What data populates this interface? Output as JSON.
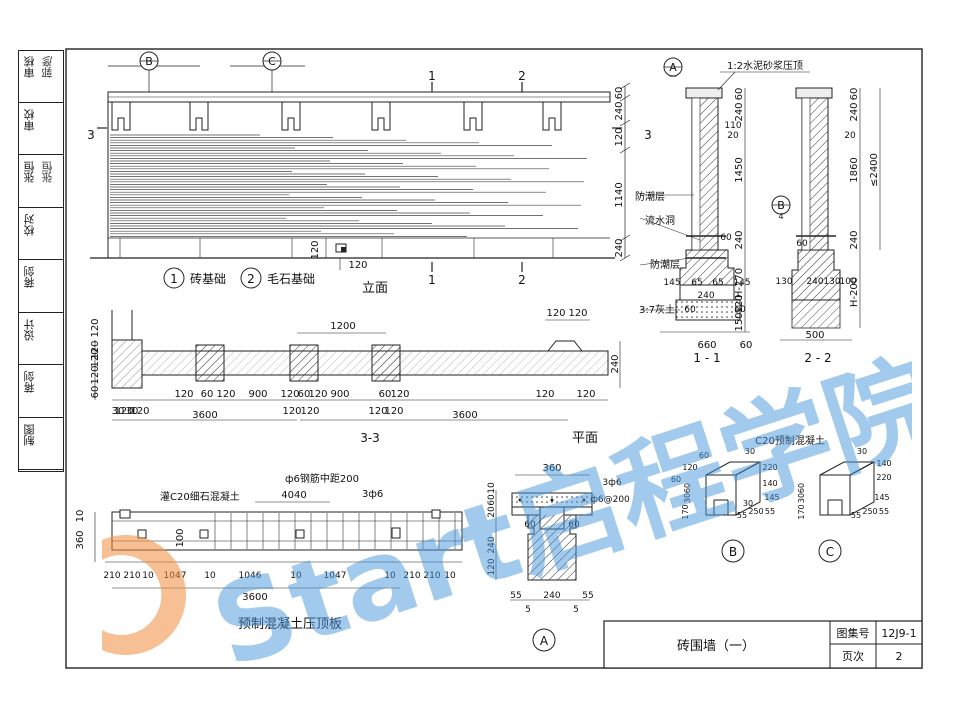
{
  "side_strip": [
    {
      "label": "审核",
      "sig": "郭彦"
    },
    {
      "label": "审校",
      "sig": ""
    },
    {
      "label": "张恒",
      "sig": "张恒"
    },
    {
      "label": "校对",
      "sig": ""
    },
    {
      "label": "蒋剑",
      "sig": ""
    },
    {
      "label": "设计",
      "sig": ""
    },
    {
      "label": "蒋剑",
      "sig": ""
    },
    {
      "label": "制图",
      "sig": ""
    }
  ],
  "elevation": {
    "title": "立面",
    "marker_b": "B",
    "marker_c": "C",
    "section_1": "1",
    "section_2": "2",
    "section_3": "3",
    "dims_right": [
      "60",
      "240",
      "120",
      "1140",
      "240"
    ],
    "dim_120": "120",
    "dim_120b": "120",
    "legend_1_num": "1",
    "legend_1_text": "砖基础",
    "legend_2_num": "2",
    "legend_2_text": "毛石基础"
  },
  "plan": {
    "title": "平面",
    "section_label": "3-3",
    "dim_1200": "1200",
    "dims_row": [
      "120",
      "60",
      "120",
      "900",
      "120",
      "60",
      "120",
      "900",
      "60",
      "120"
    ],
    "dim_3600a": "3600",
    "dim_3600b": "3600",
    "dims_left": [
      "120",
      "120",
      "60",
      "120",
      "120"
    ],
    "dims_bottom": [
      "30",
      "30",
      "120",
      "120",
      "120",
      "120",
      "120",
      "120"
    ],
    "dim_240": "240",
    "dims_top_right": [
      "120",
      "120"
    ],
    "dim_120r": "120",
    "dim_120r2": "120"
  },
  "section_11": {
    "label": "1 - 1",
    "marker": "A",
    "marker_sub": "一",
    "top_note": "1:2水泥砂浆压顶",
    "layer1": "防潮层",
    "layer2": "流水洞",
    "layer3": "防潮层",
    "layer4": "3:7灰土",
    "dims_right": [
      "60",
      "240",
      "1450",
      "240",
      "H-270",
      "150",
      "120"
    ],
    "dims_small": [
      "20",
      "110",
      "60",
      "65",
      "65",
      "145",
      "145",
      "240",
      "60",
      "60"
    ],
    "dim_660": "660",
    "dim_60": "60"
  },
  "section_22": {
    "label": "2 - 2",
    "marker": "B",
    "marker_sub": "4",
    "dims_right": [
      "60",
      "240",
      "1860",
      "240",
      "H-200"
    ],
    "dim_2400": "≤2400",
    "dims_small": [
      "20",
      "60",
      "130",
      "240",
      "130",
      "100"
    ],
    "dim_500": "500"
  },
  "precast": {
    "title": "预制混凝土压顶板",
    "note1": "灌C20细石混凝土",
    "note2": "ф6钢筋中距200",
    "note3": "3ф6",
    "dim_4040": "4040",
    "dims_row": [
      "210",
      "210",
      "10",
      "1047",
      "10",
      "1046",
      "10",
      "1047",
      "10",
      "210",
      "210",
      "10"
    ],
    "dim_3600": "3600",
    "dim_360": "360",
    "dim_10": "10",
    "dim_100": "100"
  },
  "detail_a": {
    "marker": "A",
    "dim_360": "360",
    "dims_left": [
      "10",
      "60",
      "20",
      "240",
      "120"
    ],
    "dims_bottom": [
      "55",
      "240",
      "55",
      "5",
      "5"
    ],
    "dims_small": [
      "60",
      "60"
    ],
    "note1": "3ф6",
    "note2": "ф6@200"
  },
  "detail_b": {
    "marker": "B",
    "title": "C20预制混凝土",
    "dims": [
      "60",
      "120",
      "60",
      "30",
      "220",
      "140",
      "170",
      "30",
      "60",
      "145",
      "30",
      "55",
      "250",
      "55"
    ]
  },
  "detail_c": {
    "marker": "C",
    "dims": [
      "30",
      "140",
      "220",
      "170",
      "30",
      "60",
      "145",
      "55",
      "250",
      "55"
    ]
  },
  "title_block": {
    "drawing_name": "砖围墙（一）",
    "atlas_label": "图集号",
    "atlas_no": "12J9-1",
    "page_label": "页次",
    "page_no": "2"
  },
  "watermark": {
    "text": "Start启程学院"
  }
}
